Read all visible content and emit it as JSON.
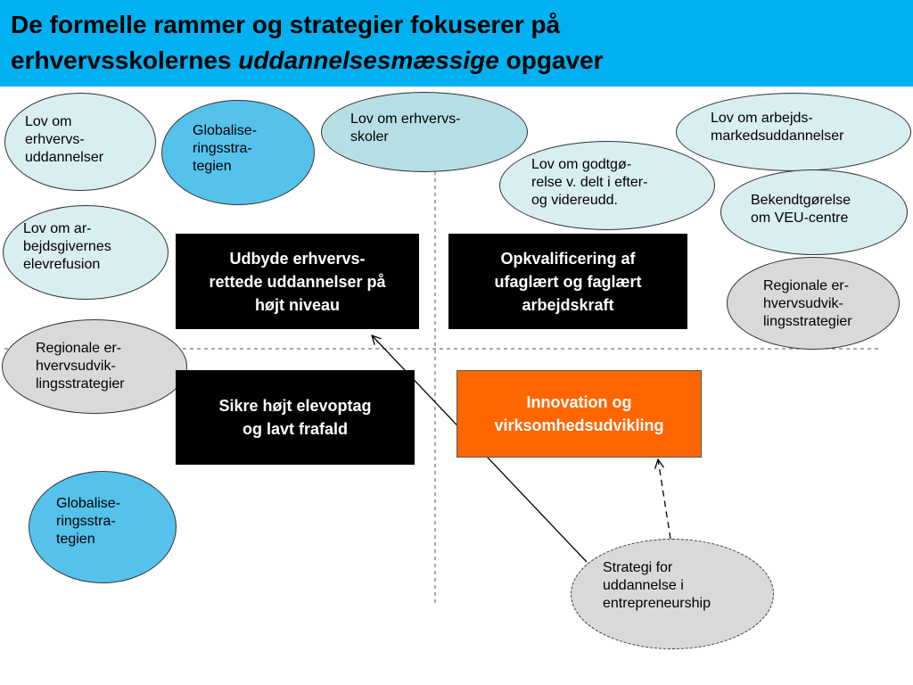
{
  "title": {
    "line1": "De formelle rammer og strategier fokuserer på",
    "line2_normal": "erhvervsskolernes ",
    "line2_italic": "uddannelsesmæssige",
    "line2_end": " opgaver"
  },
  "ovals": {
    "lov_erhvervsuddannelser": [
      "Lov om",
      "erhvervs-",
      "uddannelser"
    ],
    "globalisering_top": [
      "Globalise-",
      "ringsstra-",
      "tegien"
    ],
    "lov_erhvervsskoler": [
      "Lov om  erhvervs-",
      "skoler"
    ],
    "lov_godtgorelse": [
      "Lov om  godtgø-",
      "relse v. delt i efter-",
      "og videreudd."
    ],
    "lov_amu": [
      "Lov om  arbejds-",
      "markedsuddannelser"
    ],
    "bekendtgorelse_veu": [
      "Bekendtgørelse",
      "om VEU-centre"
    ],
    "regionale_right": [
      "Regionale er-",
      "hvervsudvik-",
      "lingsstrategier"
    ],
    "lov_elevrefusion": [
      "Lov om ar-",
      "bejdsgivernes",
      "elevrefusion"
    ],
    "regionale_left": [
      "Regionale er-",
      "hvervsudvik-",
      "lingsstrategier"
    ],
    "globalisering_bottom": [
      "Globalise-",
      "ringsstra-",
      "tegien"
    ],
    "strategi_entrepreneurship": [
      "Strategi for",
      "uddannelse i",
      "entrepreneurship"
    ]
  },
  "boxes": {
    "udbyde": [
      "Udbyde erhvervs-",
      "rettede uddannelser på",
      "højt niveau"
    ],
    "opkvalificering": [
      "Opkvalificering af",
      "ufaglært og faglært",
      "arbejdskraft"
    ],
    "sikre": [
      "Sikre højt elevoptag",
      "og lavt frafald"
    ],
    "innovation": [
      "Innovation og",
      "virksomhedsudvikling"
    ]
  },
  "colors": {
    "header": "#00b0f0",
    "oval_light": "#d8eef0",
    "oval_teal": "#b6dfe5",
    "oval_blue": "#55c2ec",
    "oval_gray": "#d9d9d9",
    "box_black": "#000000",
    "box_orange": "#ff6600"
  }
}
